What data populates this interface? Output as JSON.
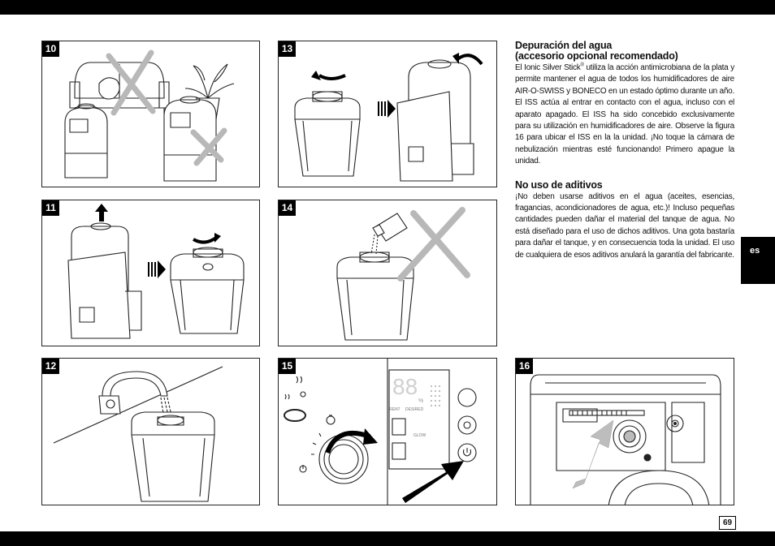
{
  "figures": [
    {
      "id": "fig10",
      "number": "10"
    },
    {
      "id": "fig11",
      "number": "11"
    },
    {
      "id": "fig12",
      "number": "12"
    },
    {
      "id": "fig13",
      "number": "13"
    },
    {
      "id": "fig14",
      "number": "14"
    },
    {
      "id": "fig15",
      "number": "15"
    },
    {
      "id": "fig16",
      "number": "16"
    }
  ],
  "display": {
    "digits": "88",
    "unit": "%",
    "label_left": "RENT",
    "label_right": "DESIRED",
    "glow_label": "GLOW"
  },
  "section1": {
    "title_line1": "Depuración del agua",
    "title_line2": "(accesorio opcional recomendado)",
    "body_part1": "El Ionic Silver Stick",
    "body_sup": "®",
    "body_part2": " utiliza la acción antimicrobiana de la plata y permite mantener el agua de todos los humidificadores de aire AIR-O-SWISS y BONECO en un estado óptimo durante un año. El ISS actúa al entrar en contacto con el agua, incluso con el aparato apagado. El ISS ha sido concebido exclusivamente para su utilización en humidificadores de aire. Observe la figura 16 para ubicar el ISS en la la unidad. ¡No toque la cámara de nebulización mientras esté funcionando! Primero apague la unidad."
  },
  "section2": {
    "title": "No uso de aditivos",
    "body": "¡No deben usarse aditivos en el agua (aceites, esencias, fragancias, acondicionadores de agua, etc.)! Incluso pequeñas cantidades pueden dañar el material del tanque de agua. No está diseñado para el uso de dichos aditivos. Una gota bastaría para dañar el tanque, y en consecuencia toda la unidad. El uso de cualquiera de esos aditivos anulará la garantía del fabricante."
  },
  "language_tab": "es",
  "page_number": "69"
}
